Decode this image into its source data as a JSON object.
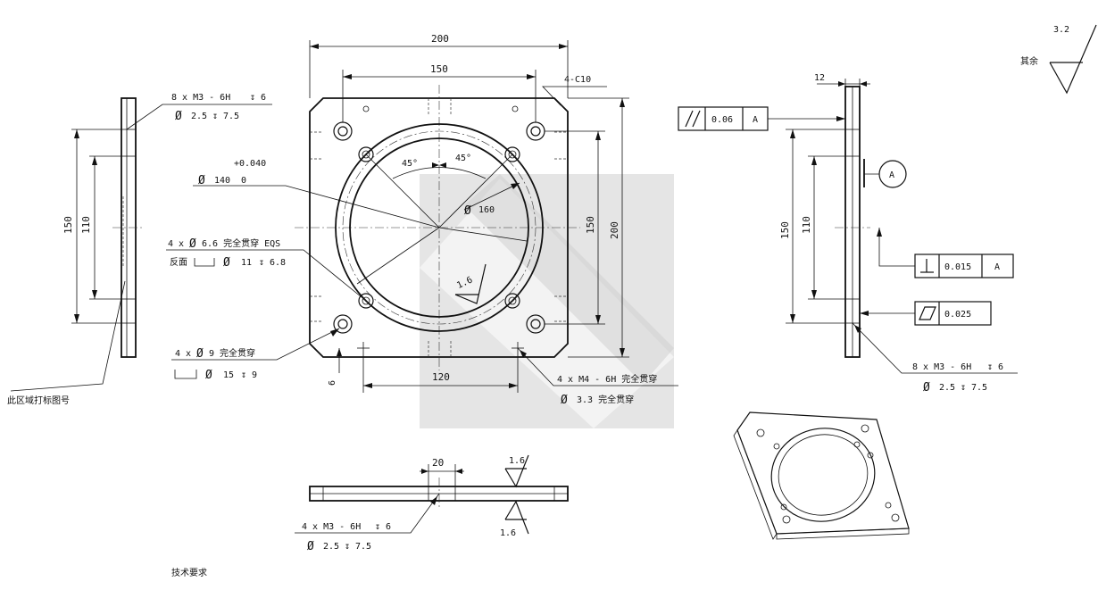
{
  "surface_finish": {
    "general_value": "3.2",
    "general_label": "其余",
    "face_value_plan": "1.6",
    "face_value_top": "1.6",
    "face_value_bottom": "1.6"
  },
  "front_view": {
    "dim_overall_width": "200",
    "dim_hole_spacing_top": "150",
    "dim_chamfer": "4-C10",
    "dim_overall_height": "200",
    "dim_hole_spacing_side": "150",
    "dim_bore_tol_upper": "+0.040",
    "dim_bore_nominal": "140",
    "dim_bore_tol_lower": "0",
    "dim_circle_diameter": "160",
    "angle_left": "45°",
    "angle_right": "45°",
    "hole_callout_1a": "4 x",
    "hole_callout_1b": "6.6 完全贯穿 EQS",
    "hole_callout_1c": "反面",
    "hole_callout_1d": "11",
    "hole_callout_1e": "6.8",
    "hole_callout_2a": "4 x",
    "hole_callout_2b": "9 完全贯穿",
    "hole_callout_2c": "15",
    "hole_callout_2d": "9",
    "hole_callout_3a": "4 x  M4 - 6H 完全贯穿",
    "hole_callout_3b": "3.3 完全贯穿",
    "dim_bottom_spacing": "120",
    "dim_edge_offset": "6",
    "thread_top_a": "8 x  M3 - 6H",
    "thread_top_b": "6",
    "thread_top_c": "2.5",
    "thread_top_d": "7.5"
  },
  "left_view": {
    "dim_outer": "150",
    "dim_inner": "110",
    "mark_note": "此区域打标图号"
  },
  "right_view": {
    "dim_thickness": "12",
    "parallel_value": "0.06",
    "parallel_datum": "A",
    "perp_value": "0.015",
    "perp_datum": "A",
    "flat_value": "0.025",
    "datum_label": "A",
    "dim_outer": "150",
    "dim_inner": "110",
    "thread_a": "8 x  M3 - 6H",
    "thread_b": "6",
    "thread_c": "2.5",
    "thread_d": "7.5"
  },
  "bottom_view": {
    "dim_width": "20",
    "thread_a": "4 x  M3 - 6H",
    "thread_b": "6",
    "thread_c": "2.5",
    "thread_d": "7.5"
  },
  "notes": {
    "tech_requirements": "技术要求"
  },
  "symbols": {
    "diameter": "Ø",
    "depth": "↧"
  }
}
